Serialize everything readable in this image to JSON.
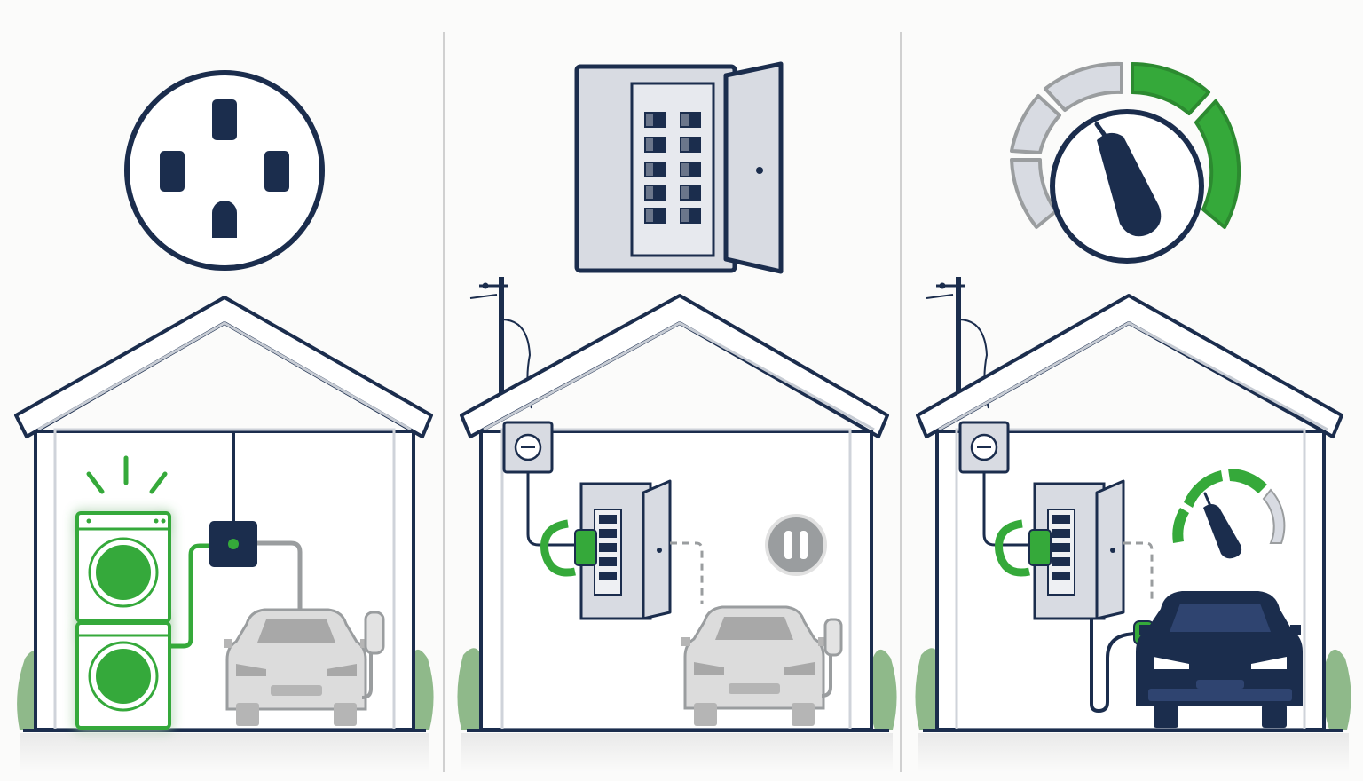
{
  "colors": {
    "navy": "#1b2d4d",
    "green": "#35a93a",
    "light_green": "#dff2dc",
    "panel_gray": "#d8dbe2",
    "gray": "#9a9d9f",
    "car_gray": "#d9d9d9",
    "bush": "#8fb98a",
    "divider": "#d0d0d0"
  },
  "panels": [
    {
      "id": "shared-circuit",
      "top_icon": "four-prong-outlet-icon",
      "house_items": [
        "stacked-washer-dryer",
        "wall-junction-box",
        "parked-ev-gray",
        "wall-charger"
      ],
      "status_icons": [
        "active-glow-lines-icon"
      ]
    },
    {
      "id": "panel-breaker",
      "top_icon": "breaker-panel-open-icon",
      "house_items": [
        "utility-pole",
        "electric-meter",
        "breaker-panel-open",
        "current-clamp-sensor",
        "parked-ev-gray",
        "wall-charger"
      ],
      "status_icons": [
        "pause-icon"
      ]
    },
    {
      "id": "load-management",
      "top_icon": "power-gauge-icon",
      "house_items": [
        "utility-pole",
        "electric-meter",
        "breaker-panel-open",
        "current-clamp-sensor",
        "charging-ev-navy",
        "charge-cable"
      ],
      "status_icons": [
        "small-gauge-icon"
      ]
    }
  ]
}
